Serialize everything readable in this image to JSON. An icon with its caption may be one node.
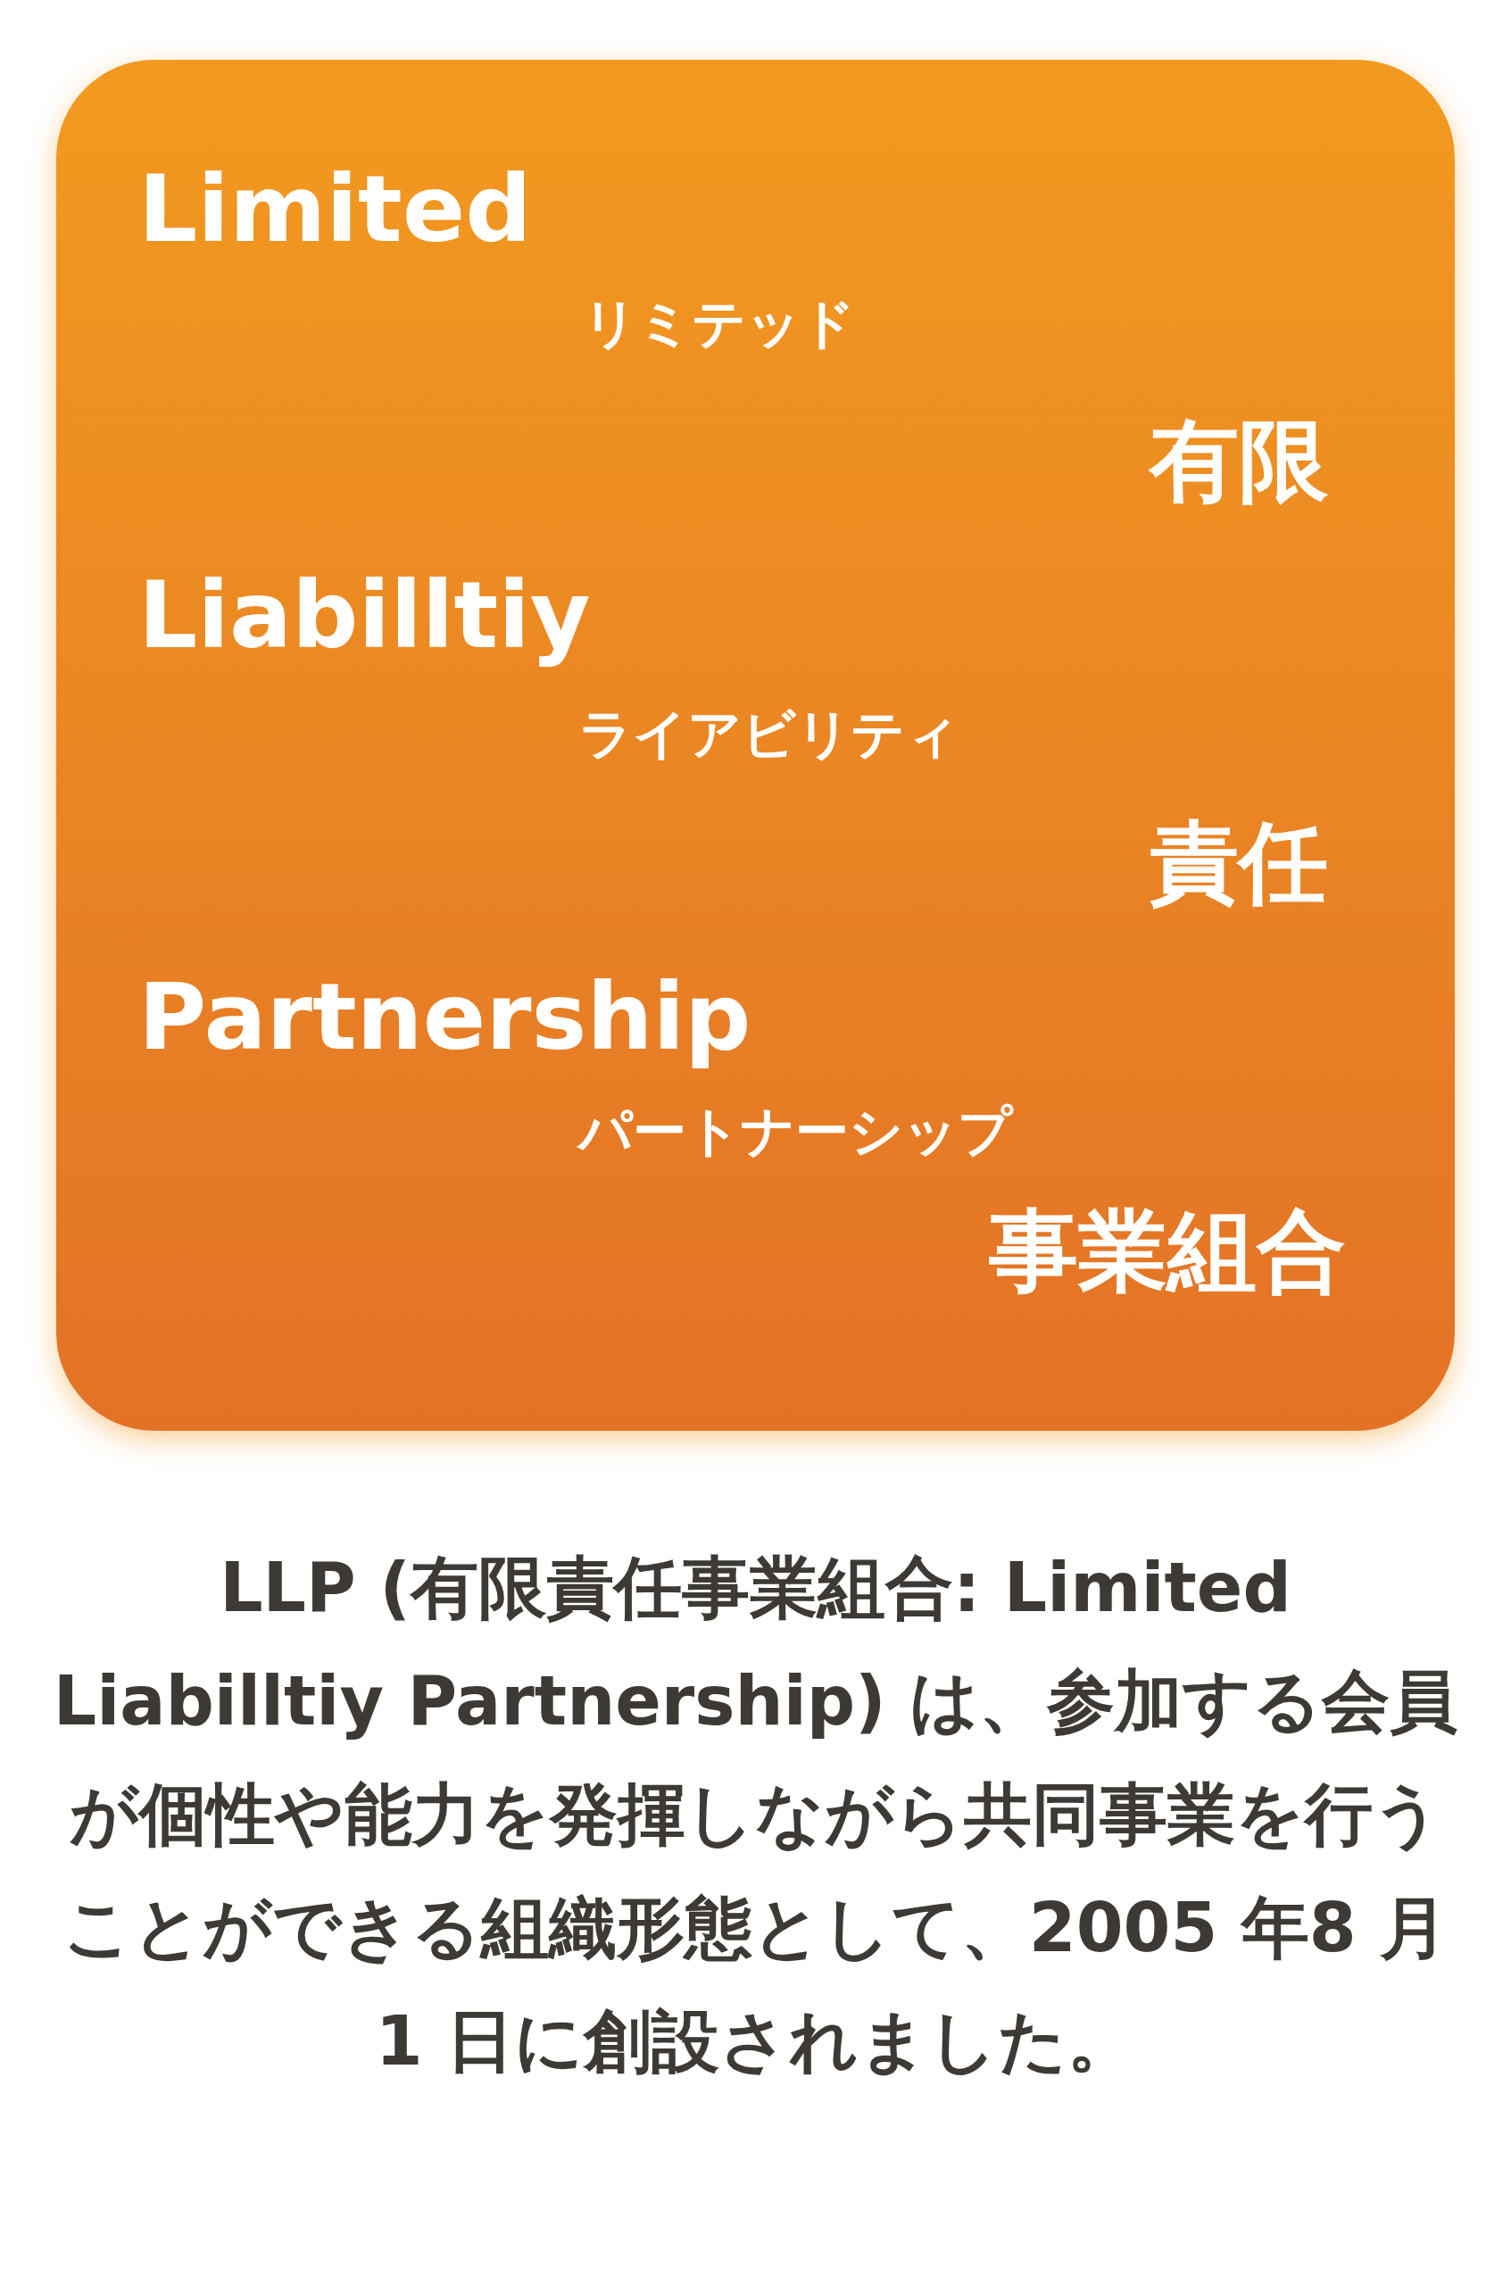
{
  "diagram": {
    "nodes": [
      {
        "text": [
          "Limited",
          "リミテッド",
          "有限",
          "Liabilltiy",
          "ライアビリティ",
          "責任",
          "Partnership",
          "パートナーシップ",
          "事業組合"
        ]
      }
    ],
    "caption": "LLP (有限責任事業組合: Limited Liabilltiy Partnership) は、参加する会員が個性や能力を発揮しながら共同事業を行うことができる組織形態として、2005 年8 月1 日に創設されました。"
  }
}
